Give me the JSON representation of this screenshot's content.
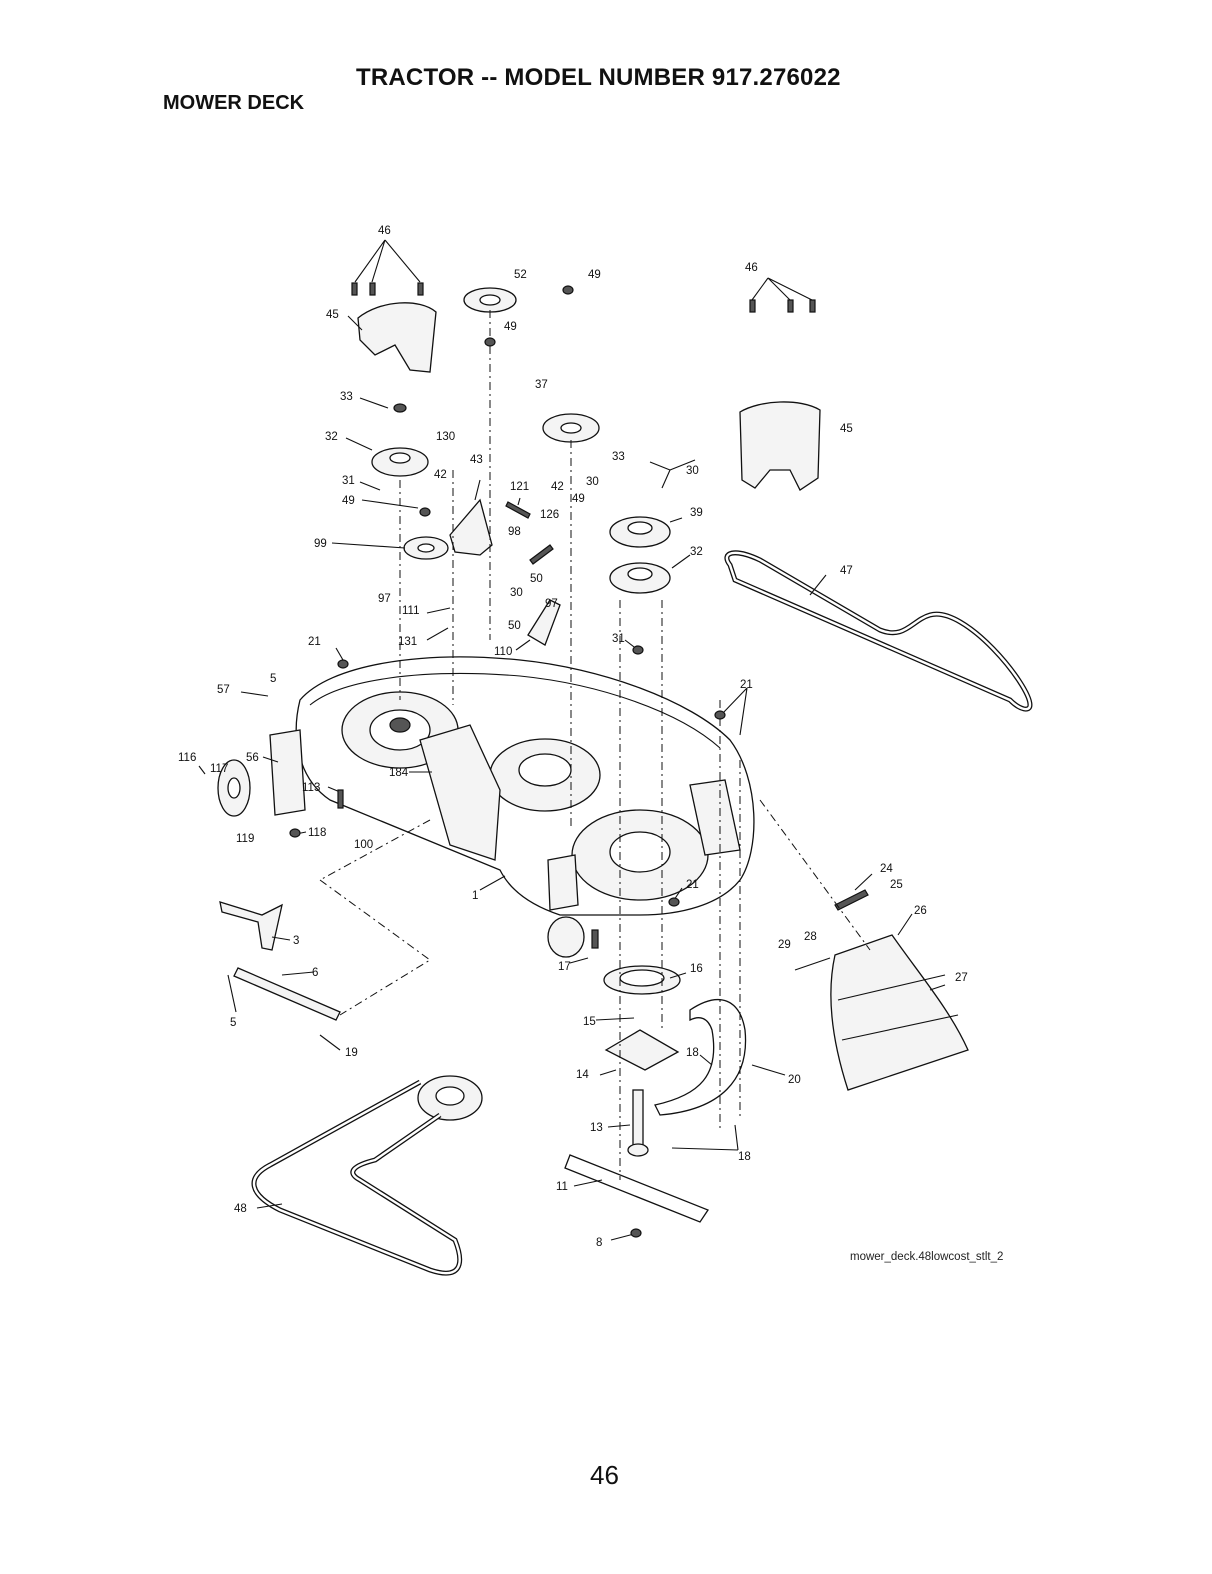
{
  "header": {
    "title": "TRACTOR -- MODEL NUMBER 917.276022",
    "section": "MOWER DECK"
  },
  "diagram": {
    "caption": "mower_deck.48lowcost_stlt_2",
    "callouts": [
      "46",
      "45",
      "49",
      "52",
      "49",
      "37",
      "46",
      "45",
      "33",
      "32",
      "130",
      "43",
      "42",
      "121",
      "42",
      "49",
      "126",
      "33",
      "30",
      "30",
      "39",
      "32",
      "31",
      "49",
      "99",
      "98",
      "97",
      "111",
      "50",
      "30",
      "97",
      "50",
      "47",
      "21",
      "131",
      "110",
      "31",
      "5",
      "57",
      "21",
      "116",
      "117",
      "56",
      "184",
      "113",
      "118",
      "119",
      "100",
      "1",
      "21",
      "24",
      "25",
      "26",
      "28",
      "29",
      "27",
      "3",
      "6",
      "5",
      "19",
      "17",
      "16",
      "15",
      "18",
      "20",
      "14",
      "13",
      "18",
      "11",
      "48",
      "8"
    ]
  },
  "footer": {
    "page_number": "46"
  }
}
